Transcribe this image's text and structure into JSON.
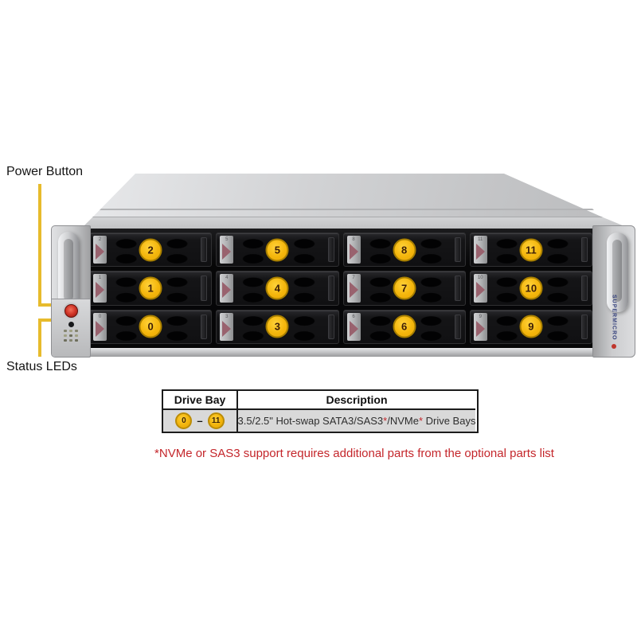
{
  "labels": {
    "power_button": "Power Button",
    "status_leds": "Status LEDs"
  },
  "server": {
    "brand_vertical": "SUPERMICRO",
    "bay_rows": [
      [
        "2",
        "5",
        "8",
        "11"
      ],
      [
        "1",
        "4",
        "7",
        "10"
      ],
      [
        "0",
        "3",
        "6",
        "9"
      ]
    ]
  },
  "table": {
    "headers": [
      "Drive Bay",
      "Description"
    ],
    "row": {
      "bay_start": "0",
      "bay_dash": "–",
      "bay_end": "11",
      "desc_parts": [
        "3.5/2.5\" Hot-swap SATA3/SAS3",
        "*",
        "/NVMe",
        "*",
        " Drive Bays"
      ]
    }
  },
  "footnote": "*NVMe or SAS3 support requires additional parts from the optional parts list",
  "colors": {
    "callout_yellow": "#e7bb2c",
    "badge_yellow": "#f4b60c",
    "footnote_red": "#c4262b",
    "latch_pink": "#99626e"
  }
}
